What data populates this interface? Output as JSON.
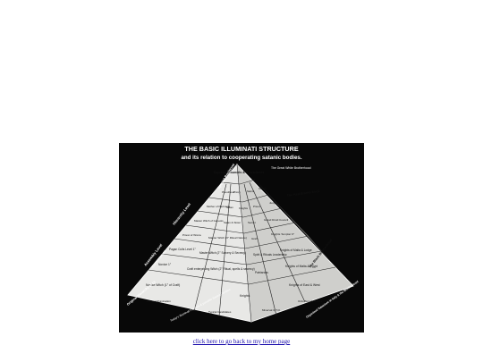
{
  "figure": {
    "title_line1": "THE BASIC ILLUMINATI STRUCTURE",
    "title_line2": "and its relation to cooperating satanic bodies.",
    "left_labels": {
      "special_positions": "Special Positions",
      "hierarchy_level": "Hierarchy Level",
      "assembly_level": "Assembly Level",
      "council_levels": "(Council Levels)",
      "original_hierarchy": "Original Hierarchy of 13"
    },
    "right_labels": {
      "great_white": "The Great White Brotherhood",
      "red_brotherhood": "The Red Brotherhood",
      "black_brotherhood": "The Black Brotherhood",
      "organized_satanism": "Organized Satanism in Italy & the Brotherhood"
    },
    "pyramid": {
      "apex": "Supreme Councils & Committees",
      "tier2": [
        "Priesthood",
        "Priory",
        "Saints",
        "Temple"
      ],
      "tier3": [
        "Mother of Darkness",
        "Satan",
        "Knights",
        "Priest",
        "Judges"
      ],
      "tier4": [
        "Master Witch of Genesis",
        "Satan & Sister",
        "Secret",
        "Grand Druid Council"
      ],
      "tier5": [
        "Priest of Wicca",
        "Master Witch (3° Ritual Nature)",
        "Grail",
        "Knights Templar 9°"
      ],
      "tier6": [
        "Pagan Cults Level 1°",
        "Master Witch (2° Sorcery & Secrecy)",
        "Spirit & Rituals Leadership",
        "Knights of Malta & Lodge"
      ],
      "tier7": [
        "Novice 1°",
        "Craft enterprising Witch (2° Ritual, spells & secrecy)",
        "Patriarchs",
        "Knights of Malta & Egypt"
      ],
      "tier8": [
        "Novice Witch (1° of Craft)",
        "Knights",
        "Knights of East & West"
      ],
      "bottom": [
        "Seeds of Illumination",
        "Typical Candidates",
        "Minerval O.T.O.",
        "Ordo Templi Orientis"
      ]
    },
    "bottom_left_note": "Today's Illuminati Families & possible Satanic families"
  },
  "home_link": {
    "label": "click here to go back to my home page"
  }
}
